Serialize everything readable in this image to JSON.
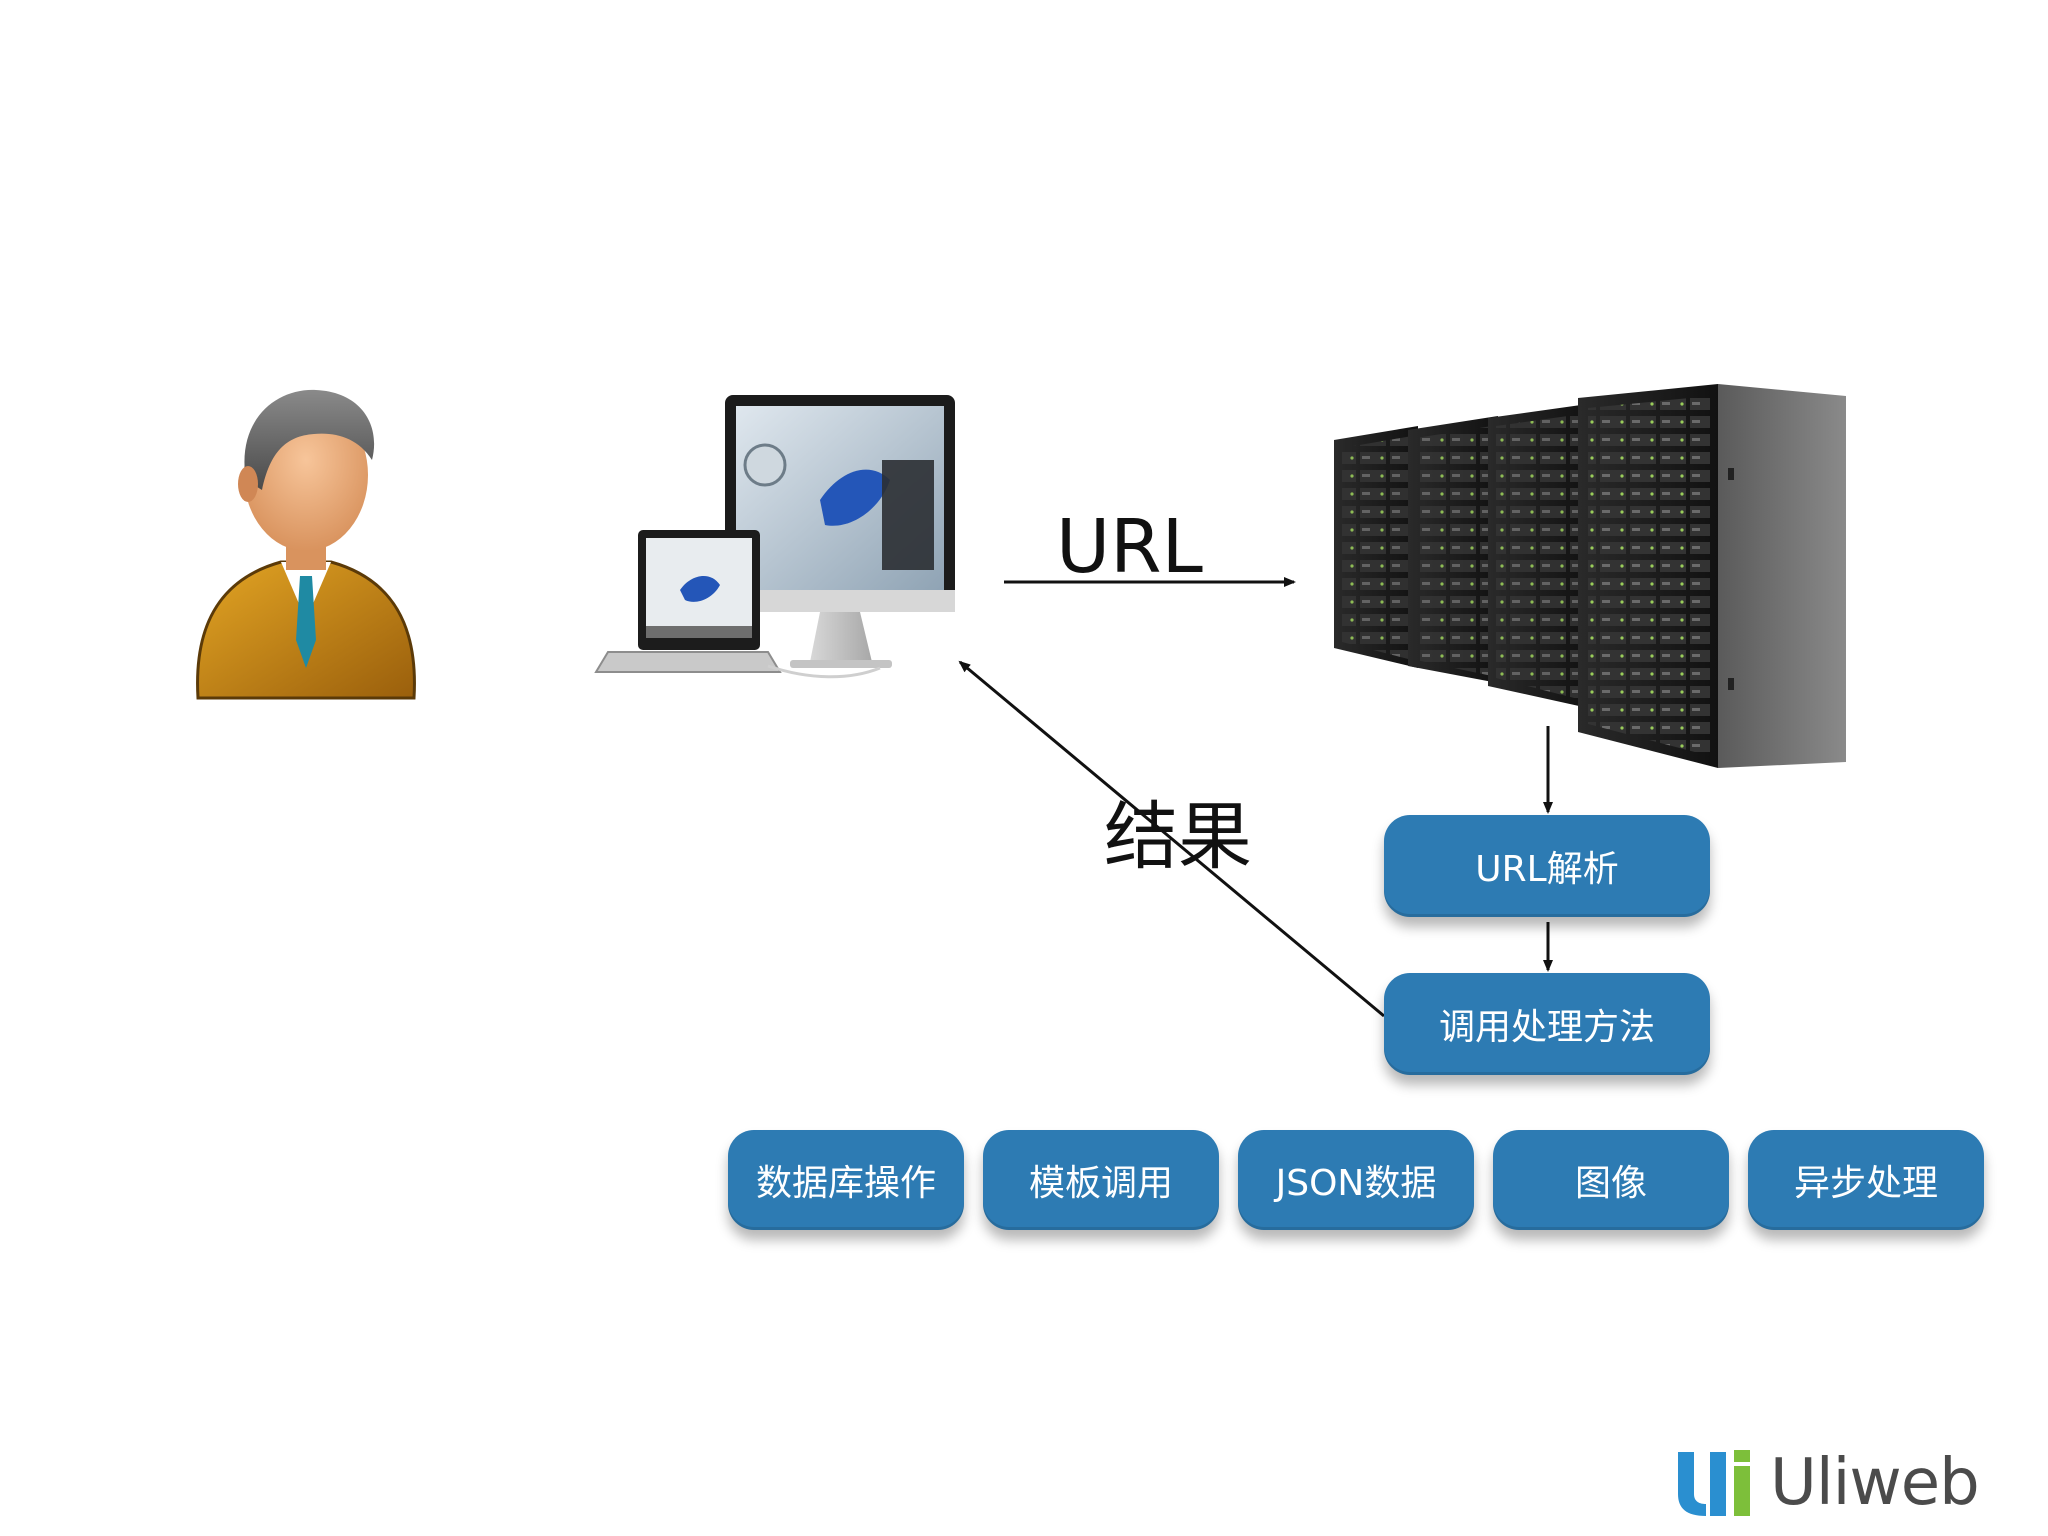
{
  "diagram": {
    "arrow_request_label": "URL",
    "arrow_response_label": "结果",
    "server_steps": [
      {
        "label": "URL解析"
      },
      {
        "label": "调用处理方法"
      }
    ],
    "features": [
      {
        "label": "数据库操作"
      },
      {
        "label": "模板调用"
      },
      {
        "label": "JSON数据"
      },
      {
        "label": "图像"
      },
      {
        "label": "异步处理"
      }
    ]
  },
  "logo": {
    "text": "Uliweb",
    "colors": [
      "#2a8fd0",
      "#7dbf3a"
    ]
  },
  "colors": {
    "box_fill": "#2d7bb3",
    "box_text": "#ffffff",
    "arrow": "#111111",
    "logo_text": "#4b4b4b"
  },
  "icons": [
    "user-avatar-icon",
    "computer-devices-icon",
    "server-rack-icon"
  ]
}
